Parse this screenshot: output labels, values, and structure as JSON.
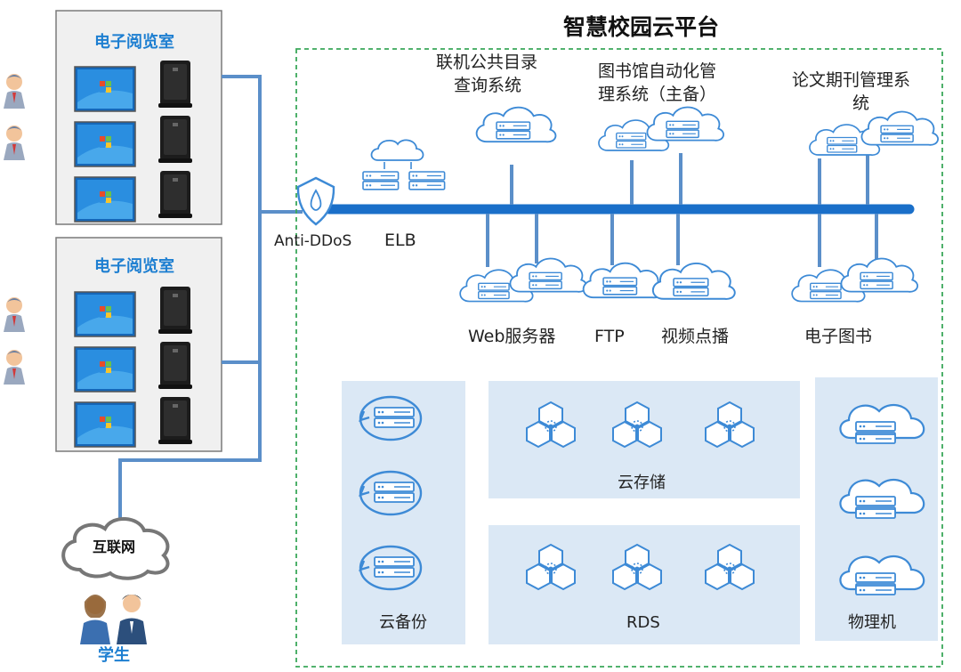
{
  "title": "智慧校园云平台",
  "reading_rooms": [
    {
      "label": "电子阅览室"
    },
    {
      "label": "电子阅览室"
    }
  ],
  "internet_label": "互联网",
  "students_label": "学生",
  "gateway": {
    "anti_ddos": "Anti-DDoS",
    "elb": "ELB"
  },
  "top_services": [
    {
      "line1": "联机公共目录",
      "line2": "查询系统"
    },
    {
      "line1": "图书馆自动化管",
      "line2": "理系统（主备）"
    },
    {
      "line1": "论文期刊管理系",
      "line2": "统"
    }
  ],
  "bottom_services": [
    "Web服务器",
    "FTP",
    "视频点播",
    "电子图书"
  ],
  "panels": {
    "backup": "云备份",
    "storage": "云存储",
    "rds": "RDS",
    "physical": "物理机"
  },
  "colors": {
    "accent": "#1e7fd1",
    "bus": "#1a6fc9",
    "line": "#5b8fc9",
    "dashed_border": "#3aa85a",
    "panel_bg": "#dbe8f5",
    "room_bg": "#f0f0f0"
  }
}
